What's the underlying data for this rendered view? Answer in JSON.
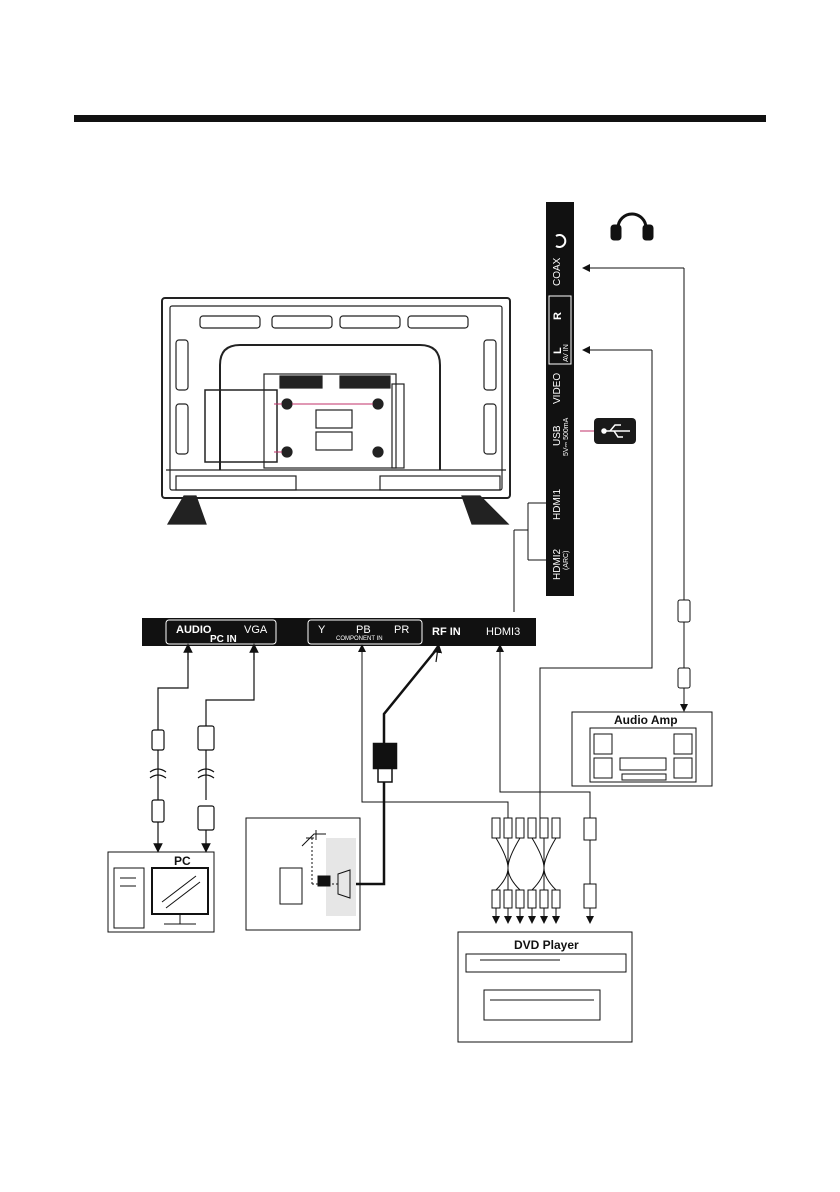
{
  "side_panel": {
    "coax": "COAX",
    "r": "R",
    "l": "L",
    "av_in": "AV IN",
    "video": "VIDEO",
    "usb": "USB",
    "usb_power": "5V⎓ 500mA",
    "hdmi1": "HDMI1",
    "hdmi2": "HDMI2",
    "arc": "(ARC)"
  },
  "bottom_panel": {
    "audio": "AUDIO",
    "vga": "VGA",
    "pc_in": "PC IN",
    "y": "Y",
    "pb": "PB",
    "pr": "PR",
    "component_in": "COMPONENT IN",
    "rf_in": "RF IN",
    "hdmi3": "HDMI3"
  },
  "devices": {
    "audio_amp": "Audio Amp",
    "pc": "PC",
    "dvd_player": "DVD Player"
  },
  "icons": [
    "headphone-icon",
    "usb-icon",
    "antenna-icon"
  ]
}
